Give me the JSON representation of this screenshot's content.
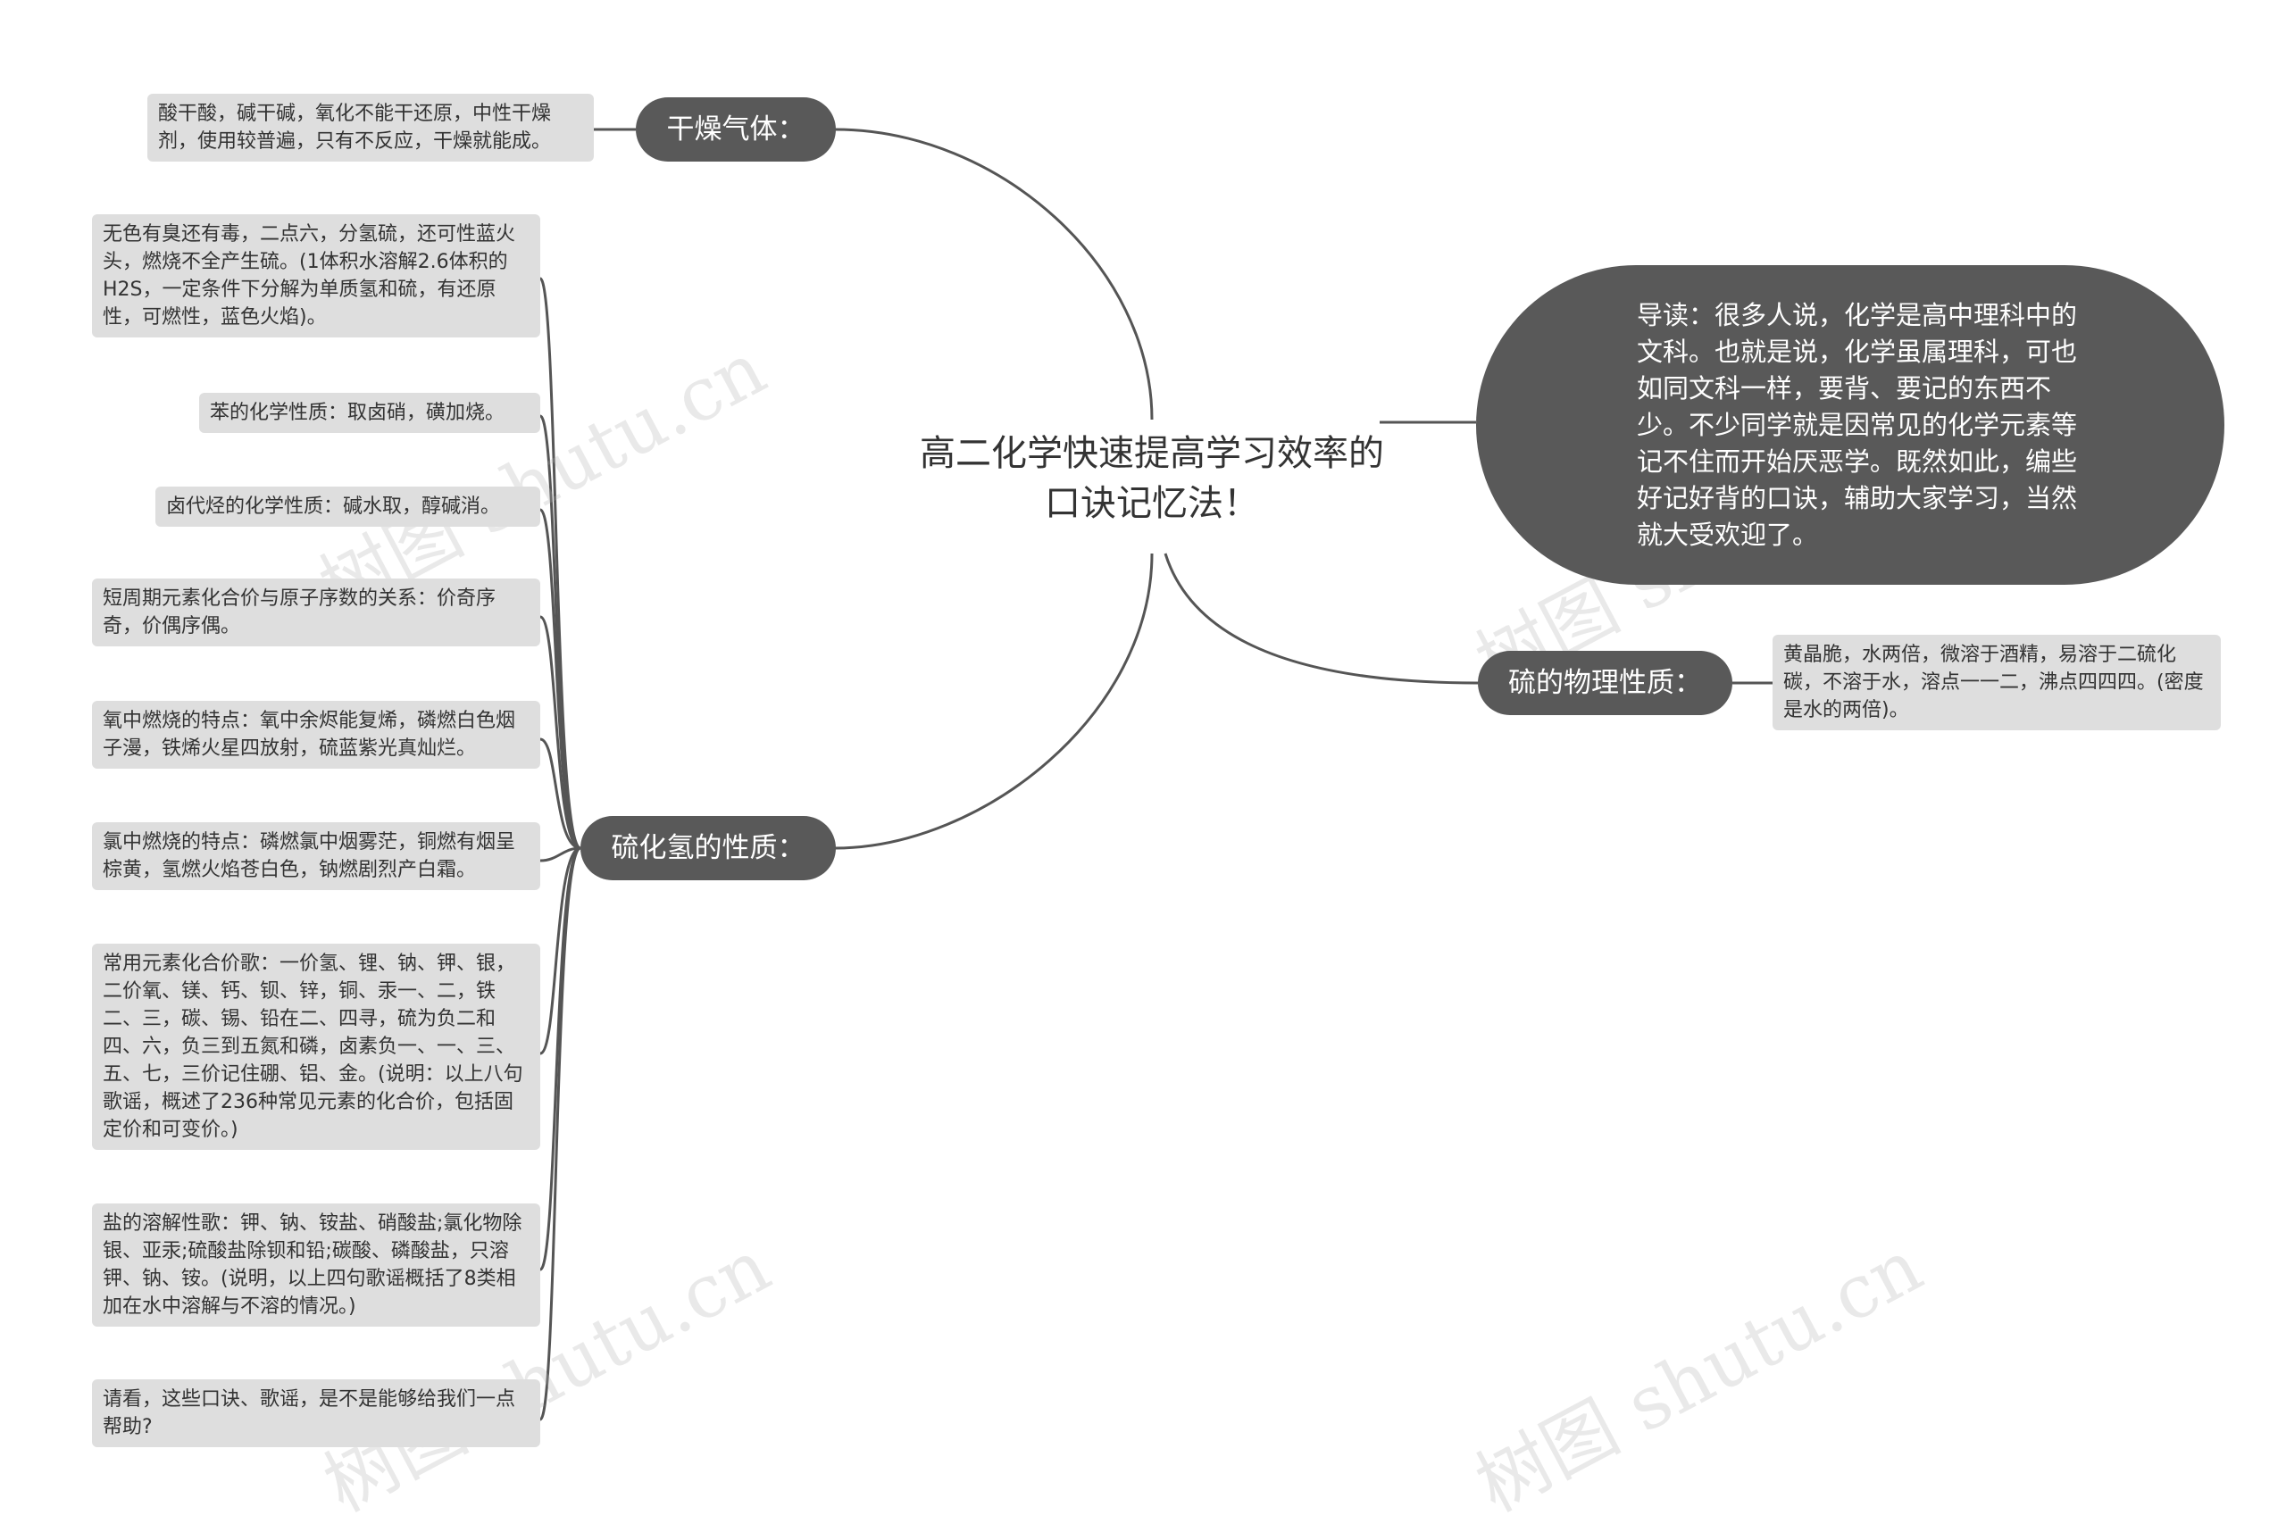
{
  "title": "高二化学快速提高学习效率的口诀记忆法！",
  "intro": "导读：很多人说，化学是高中理科中的文科。也就是说，化学虽属理科，可也如同文科一样，要背、要记的东西不少。不少同学就是因常见的化学元素等记不住而开始厌恶学。既然如此，编些好记好背的口诀，辅助大家学习，当然就大受欢迎了。",
  "branches": {
    "drying": {
      "label": "干燥气体：",
      "leaf": "酸干酸，碱干碱，氧化不能干还原，中性干燥剂，使用较普遍，只有不反应，干燥就能成。"
    },
    "h2s": {
      "label": "硫化氢的性质：",
      "leaves": [
        "无色有臭还有毒，二点六，分氢硫，还可性蓝火头，燃烧不全产生硫。(1体积水溶解2.6体积的H2S，一定条件下分解为单质氢和硫，有还原性，可燃性，蓝色火焰)。",
        "苯的化学性质：取卤硝，磺加烧。",
        "卤代烃的化学性质：碱水取，醇碱消。",
        "短周期元素化合价与原子序数的关系：价奇序奇，价偶序偶。",
        "氧中燃烧的特点：氧中余烬能复烯，磷燃白色烟子漫，铁烯火星四放射，硫蓝紫光真灿烂。",
        "氯中燃烧的特点：磷燃氯中烟雾茫，铜燃有烟呈棕黄，氢燃火焰苍白色，钠燃剧烈产白霜。",
        "常用元素化合价歌：一价氢、锂、钠、钾、银，二价氧、镁、钙、钡、锌，铜、汞一、二，铁二、三，碳、锡、铅在二、四寻，硫为负二和四、六，负三到五氮和磷，卤素负一、一、三、五、七，三价记住硼、铝、金。(说明：以上八句歌谣，概述了236种常见元素的化合价，包括固定价和可变价。)",
        "盐的溶解性歌：钾、钠、铵盐、硝酸盐;氯化物除银、亚汞;硫酸盐除钡和铅;碳酸、磷酸盐，只溶钾、钠、铵。(说明，以上四句歌谣概括了8类相加在水中溶解与不溶的情况。)",
        "请看，这些口诀、歌谣，是不是能够给我们一点帮助?"
      ]
    },
    "sulfur": {
      "label": "硫的物理性质：",
      "leaf": "黄晶脆，水两倍，微溶于酒精，易溶于二硫化碳，不溶于水，溶点一一二，沸点四四四。(密度是水的两倍)。"
    }
  },
  "watermark": "树图 shutu.cn"
}
